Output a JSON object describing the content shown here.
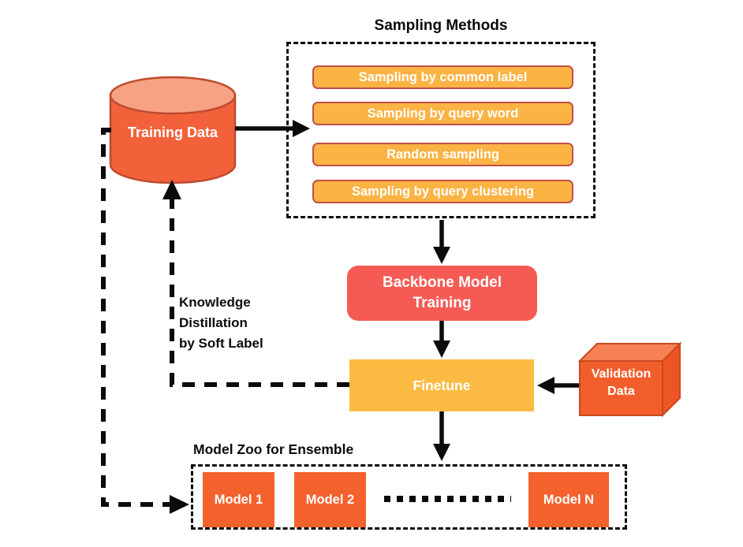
{
  "sampling": {
    "title": "Sampling Methods",
    "methods": [
      "Sampling by common label",
      "Sampling by query word",
      "Random sampling",
      "Sampling by query clustering"
    ]
  },
  "training_data": {
    "label": "Training Data"
  },
  "backbone": {
    "label": "Backbone Model Training"
  },
  "finetune": {
    "label": "Finetune"
  },
  "validation": {
    "label": "Validation Data"
  },
  "knowledge_distillation": {
    "lines": [
      "Knowledge",
      "Distillation",
      "by Soft Label"
    ]
  },
  "model_zoo": {
    "title": "Model Zoo for Ensemble",
    "models": [
      "Model 1",
      "Model 2",
      "Model N"
    ]
  },
  "colors": {
    "orange_node": "#F4612D",
    "cylinder_body": "#F2613A",
    "cylinder_top": "#F7A282",
    "cylinder_stroke": "#BE4A2F",
    "amber_node": "#FBBB43",
    "amber_button": "#FBB344",
    "button_border": "#C0504A",
    "red_node": "#F55B54",
    "cube_front": "#F25E2B",
    "cube_top": "#F68155",
    "cube_side": "#EE5524",
    "cube_stroke": "#C9491F",
    "line_color": "#0b0b0b"
  }
}
